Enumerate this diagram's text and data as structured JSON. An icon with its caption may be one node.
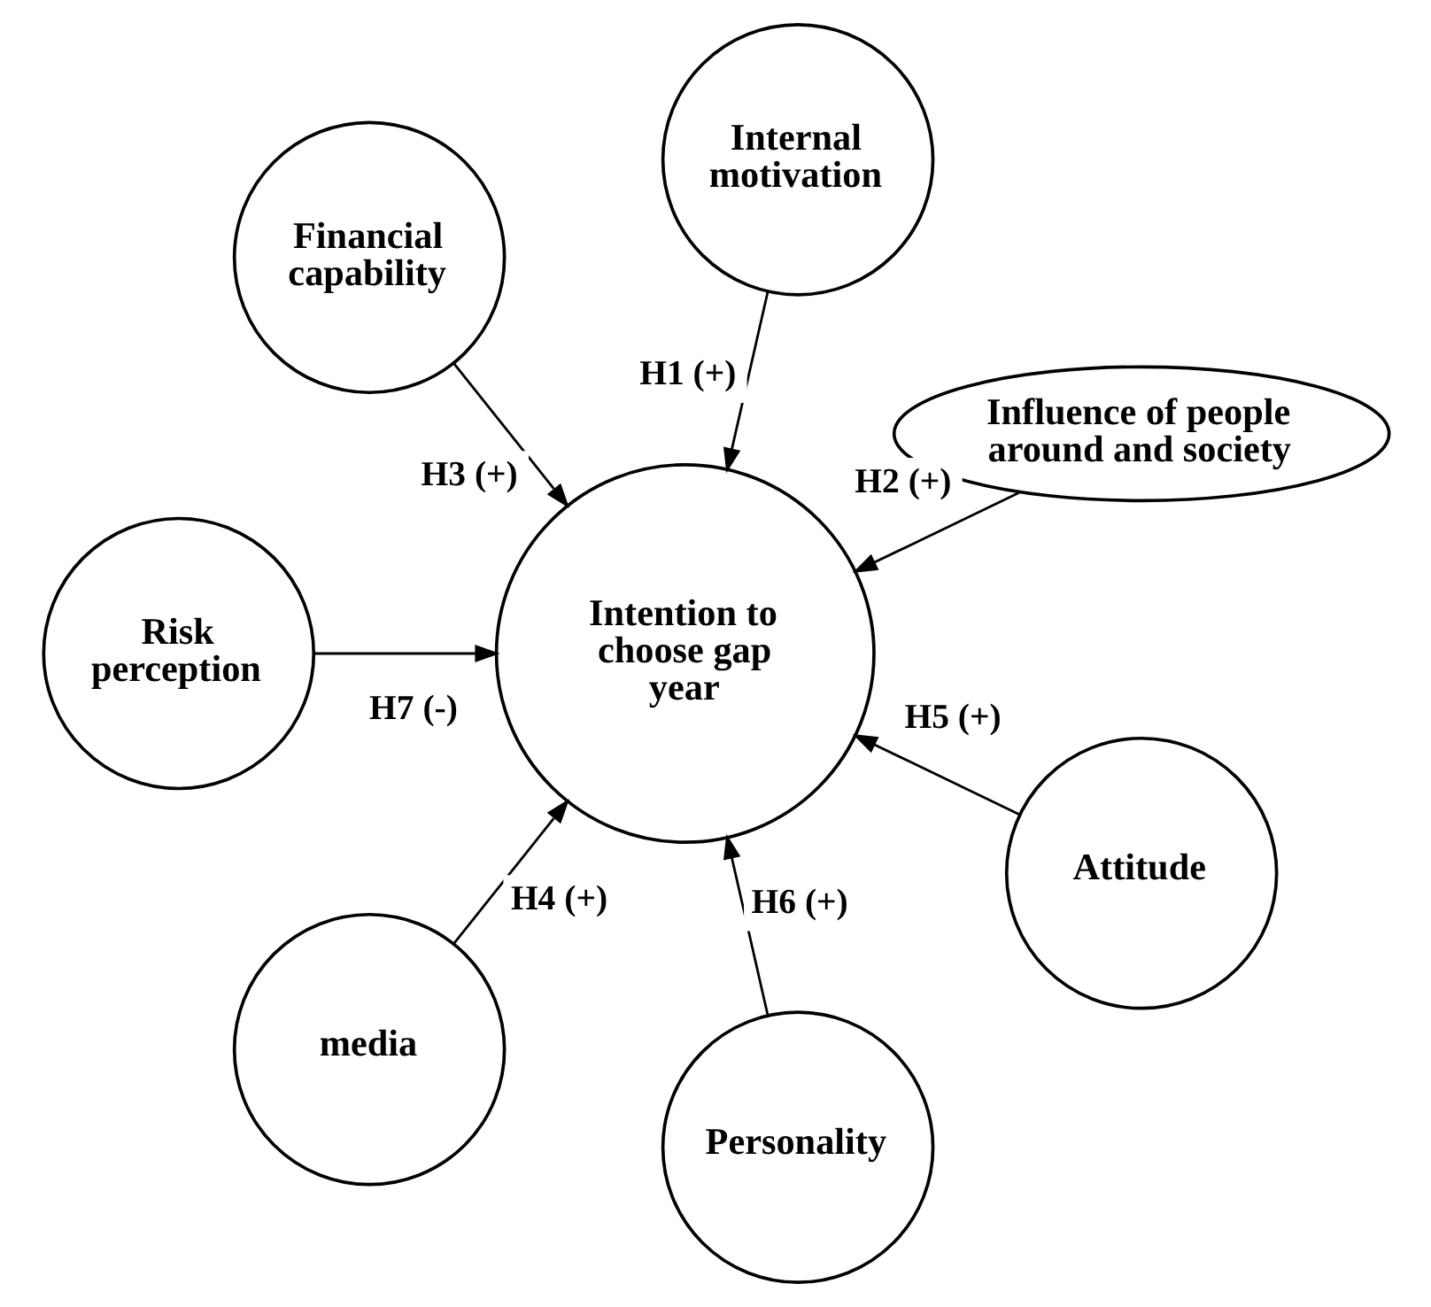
{
  "diagram": {
    "nodes": [
      {
        "text": [
          "Influence of people around and society"
        ]
      },
      {
        "text": [
          "Internal motivation"
        ]
      },
      {
        "text": [
          "Financial capability"
        ]
      },
      {
        "text": [
          "Intention to choose gap year"
        ]
      },
      {
        "text": [
          "Risk perception"
        ]
      },
      {
        "text": [
          "media"
        ]
      },
      {
        "text": [
          "Personality"
        ]
      },
      {
        "text": [
          "Attitude"
        ]
      }
    ],
    "edges": [
      {
        "from": 1,
        "to": 3,
        "arrow": "to",
        "label": "H1 (+)"
      },
      {
        "from": 0,
        "to": 3,
        "arrow": "to",
        "label": "H2 (+)"
      },
      {
        "from": 2,
        "to": 3,
        "arrow": "to",
        "label": "H3 (+)"
      },
      {
        "from": 5,
        "to": 3,
        "arrow": "to",
        "label": "H4 (+)"
      },
      {
        "from": 7,
        "to": 3,
        "arrow": "to",
        "label": "H5 (+)"
      },
      {
        "from": 6,
        "to": 3,
        "arrow": "to",
        "label": "H6 (+)"
      },
      {
        "from": 4,
        "to": 3,
        "arrow": "to",
        "label": "H7 (-)"
      }
    ]
  }
}
